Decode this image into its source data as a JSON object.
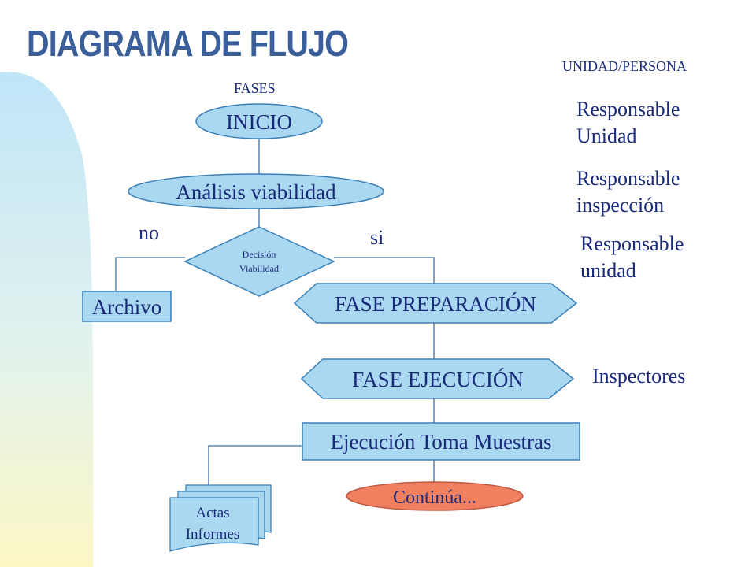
{
  "title": "DIAGRAMA DE FLUJO",
  "headers": {
    "unidad_persona": "UNIDAD/PERSONA",
    "fases": "FASES"
  },
  "nodes": {
    "inicio": "INICIO",
    "analisis": "Análisis viabilidad",
    "decision_line1": "Decisión",
    "decision_line2": "Viabilidad",
    "archivo": "Archivo",
    "preparacion": "FASE PREPARACIÓN",
    "ejecucion": "FASE EJECUCIÓN",
    "toma_muestras": "Ejecución Toma Muestras",
    "continua": "Continúa...",
    "docs_line1": "Actas",
    "docs_line2": "Informes"
  },
  "branches": {
    "no": "no",
    "si": "si"
  },
  "responsables": {
    "r1_line1": "Responsable",
    "r1_line2": "Unidad",
    "r2_line1": "Responsable",
    "r2_line2": "inspección",
    "r3_line1": "Responsable",
    "r3_line2": "unidad",
    "r4": "Inspectores"
  },
  "colors": {
    "title": "#3a5f9b",
    "shape_fill": "#a9d8f0",
    "shape_stroke": "#3a7fb8",
    "continua_fill": "#f08060",
    "text": "#1a2a7a",
    "line": "#3a6fa0",
    "bg_left": "#c6e8f8",
    "bg_bottom": "#fbf6c6"
  }
}
